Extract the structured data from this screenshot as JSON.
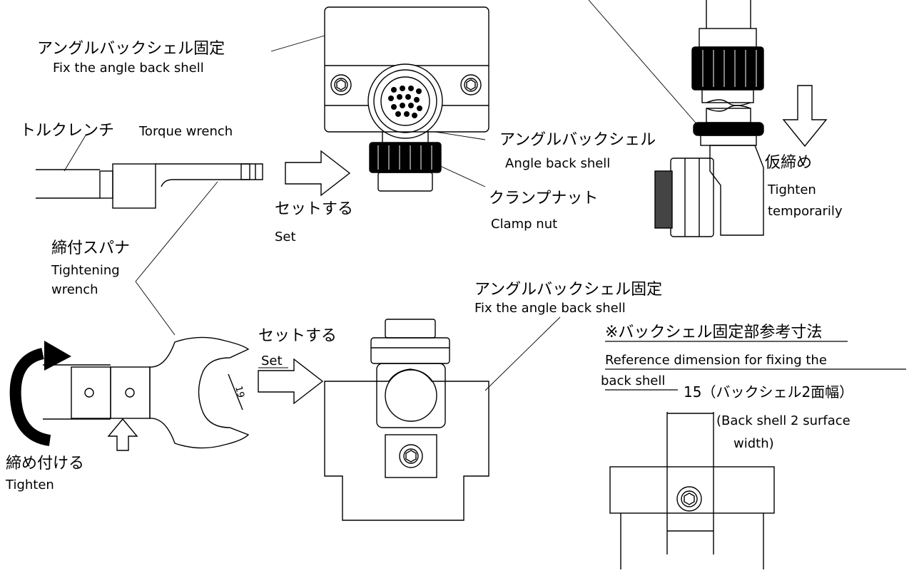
{
  "labels": {
    "fix_top_jp": "アングルバックシェル固定",
    "fix_top_en": "Fix the angle back shell",
    "torque_jp": "トルクレンチ",
    "torque_en": "Torque wrench",
    "set1_jp": "セットする",
    "set1_en": "Set",
    "angle_jp": "アングルバックシェル",
    "angle_en": "Angle back shell",
    "clamp_jp": "クランプナット",
    "clamp_en": "Clamp nut",
    "temp_jp": "仮締め",
    "temp_en1": "Tighten",
    "temp_en2": "temporarily",
    "spanner_jp": "締付スパナ",
    "spanner_en1": "Tightening",
    "spanner_en2": "wrench",
    "fix_mid_jp": "アングルバックシェル固定",
    "fix_mid_en": "Fix the angle back shell",
    "set2_jp": "セットする",
    "set2_en": "Set",
    "tighten_jp": "締め付ける",
    "tighten_en": "Tighten",
    "ref_jp": "※バックシェル固定部参考寸法",
    "ref_en1": "Reference dimension for fixing the",
    "ref_en2": " back shell",
    "dim15_jp": "15（バックシェル2面幅）",
    "dim15_en1": "(Back shell 2 surface",
    "dim15_en2": "width)",
    "dim19": "19"
  }
}
